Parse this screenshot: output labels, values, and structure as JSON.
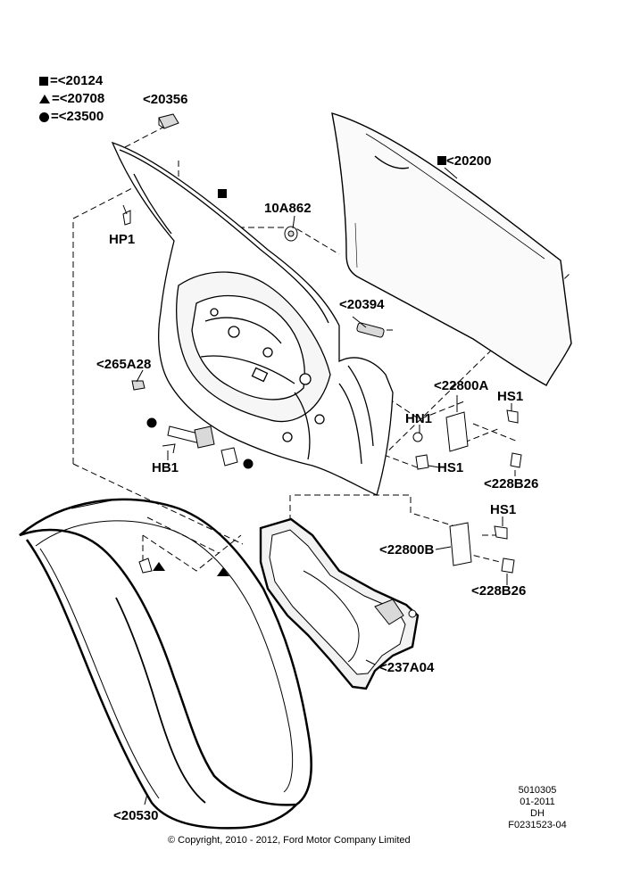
{
  "legend": [
    {
      "symbol": "square",
      "text": "=<20124"
    },
    {
      "symbol": "triangle",
      "text": "=<20708"
    },
    {
      "symbol": "circle",
      "text": "=<23500"
    }
  ],
  "callouts": {
    "p20356": "<20356",
    "p20200": "<20200",
    "p10a862": "10A862",
    "hp1": "HP1",
    "p20394": "<20394",
    "p265a28": "<265A28",
    "p22800a": "<22800A",
    "hs1_top": "HS1",
    "hn1": "HN1",
    "hs1_mid": "HS1",
    "hb1": "HB1",
    "p228b26_top": "<228B26",
    "hs1_low": "HS1",
    "p22800b": "<22800B",
    "p228b26_low": "<228B26",
    "p237a04": "<237A04",
    "p20530": "<20530"
  },
  "info_block": {
    "line1": "5010305",
    "line2": "01-2011",
    "line3": "DH",
    "line4": "F0231523-04"
  },
  "copyright": "© Copyright, 2010 - 2012, Ford Motor Company Limited",
  "colors": {
    "line": "#000000",
    "background": "#ffffff",
    "fill_light": "#f2f2f2",
    "fill_mid": "#d9d9d9"
  }
}
